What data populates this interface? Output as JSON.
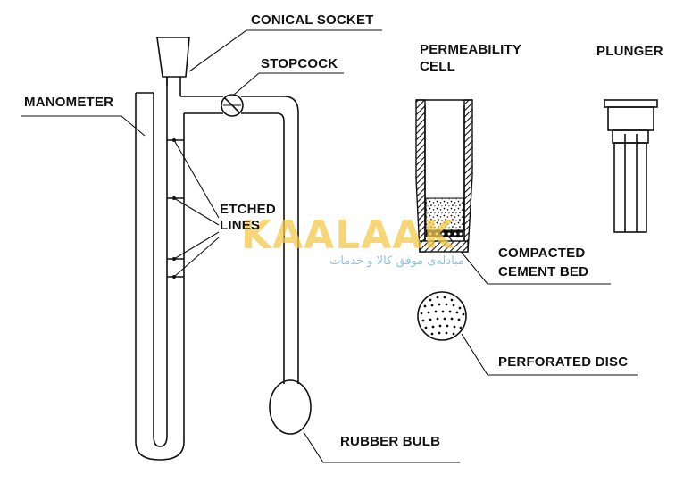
{
  "labels": {
    "conical_socket": "CONICAL SOCKET",
    "stopcock": "STOPCOCK",
    "manometer": "MANOMETER",
    "etched_lines_1": "ETCHED",
    "etched_lines_2": "LINES",
    "permeability_cell_1": "PERMEABILITY",
    "permeability_cell_2": "CELL",
    "plunger": "PLUNGER",
    "compacted_cement_bed_1": "COMPACTED",
    "compacted_cement_bed_2": "CEMENT BED",
    "perforated_disc": "PERFORATED DISC",
    "rubber_bulb": "RUBBER BULB"
  },
  "watermark": {
    "brand": "KAALAAK",
    "tagline": "مبادله‌ی موفق کالا و خدمات"
  },
  "colors": {
    "line": "#111111",
    "watermark_brand": "#f3c94a",
    "watermark_tagline": "#7fb6dc"
  }
}
